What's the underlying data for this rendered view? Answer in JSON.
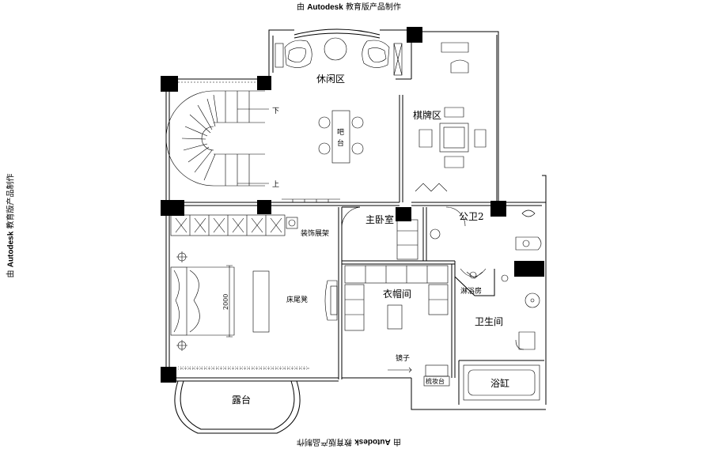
{
  "watermark": {
    "prefix": "由",
    "brand": "Autodesk",
    "suffix": "教育版产品制作"
  },
  "rooms": {
    "leisure": "休闲区",
    "bar_line1": "吧",
    "bar_line2": "台",
    "chess": "棋牌区",
    "stair_down": "下",
    "stair_up": "上",
    "master_bedroom": "主卧室",
    "public_bath2": "公卫2",
    "display_shelf": "装饰展架",
    "bed_bench": "床尾凳",
    "bed_dim": "2000",
    "cloakroom": "衣帽间",
    "shower": "淋浴房",
    "bathroom": "卫生间",
    "mirror": "镜子",
    "dressing_table": "梳妆台",
    "bathtub": "浴缸",
    "terrace": "露台"
  }
}
